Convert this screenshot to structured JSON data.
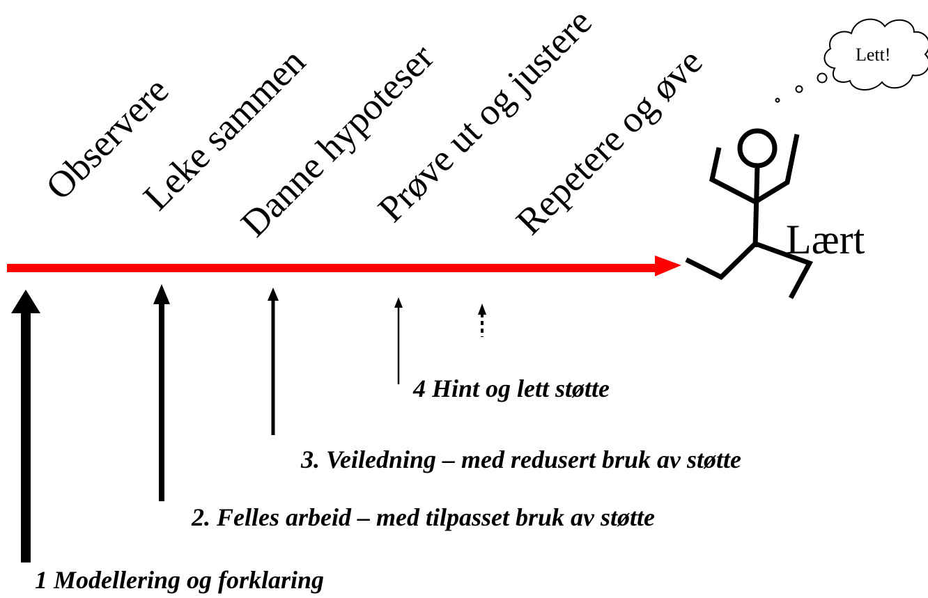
{
  "stages": [
    "Observere",
    "Leke sammen",
    "Danne hypoteser",
    "Prøve ut og justere",
    "Repetere og øve"
  ],
  "learned_label": "Lært",
  "thought_cloud": "Lett!",
  "support_levels": [
    "1 Modellering og forklaring",
    "2. Felles arbeid – med tilpasset bruk av støtte",
    "3.  Veiledning – med redusert bruk av støtte",
    "4 Hint og lett støtte"
  ],
  "colors": {
    "progress_arrow": "#ff0000",
    "ink": "#000000"
  }
}
